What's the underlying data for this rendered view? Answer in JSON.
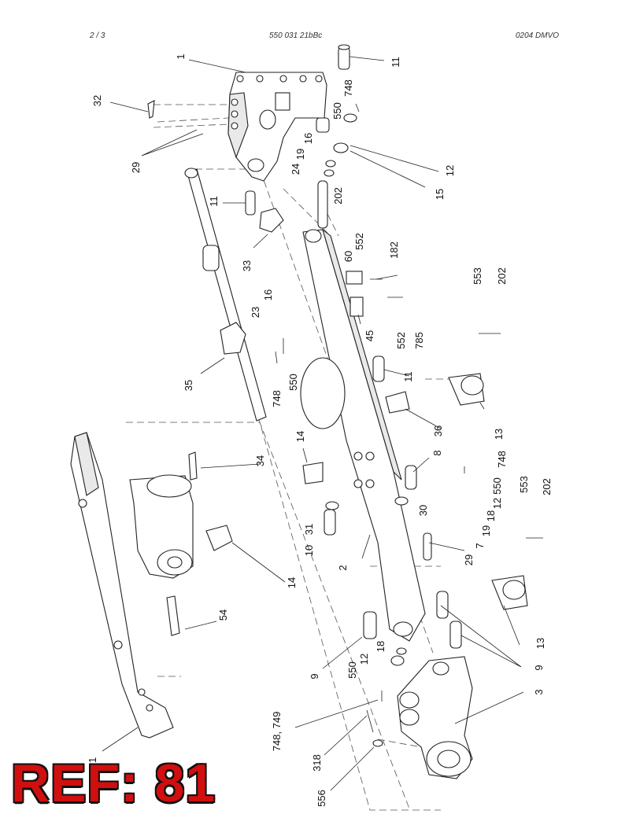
{
  "header": {
    "page": "2 /   3",
    "code": "550 031 21bBc",
    "version": "0204 DMVO"
  },
  "ref_badge": "REF: 81",
  "callouts": [
    {
      "text": "1"
    },
    {
      "text": "11"
    },
    {
      "text": "32"
    },
    {
      "text": "748"
    },
    {
      "text": "550"
    },
    {
      "text": "16"
    },
    {
      "text": "19"
    },
    {
      "text": "12"
    },
    {
      "text": "29"
    },
    {
      "text": "24"
    },
    {
      "text": "202"
    },
    {
      "text": "15"
    },
    {
      "text": "11"
    },
    {
      "text": "552"
    },
    {
      "text": "182"
    },
    {
      "text": "60"
    },
    {
      "text": "33"
    },
    {
      "text": "16"
    },
    {
      "text": "23"
    },
    {
      "text": "553"
    },
    {
      "text": "202"
    },
    {
      "text": "45"
    },
    {
      "text": "552"
    },
    {
      "text": "785"
    },
    {
      "text": "550"
    },
    {
      "text": "748"
    },
    {
      "text": "35"
    },
    {
      "text": "11"
    },
    {
      "text": "13"
    },
    {
      "text": "36"
    },
    {
      "text": "14"
    },
    {
      "text": "34"
    },
    {
      "text": "8"
    },
    {
      "text": "748"
    },
    {
      "text": "550"
    },
    {
      "text": "12"
    },
    {
      "text": "553"
    },
    {
      "text": "202"
    },
    {
      "text": "30"
    },
    {
      "text": "18"
    },
    {
      "text": "19"
    },
    {
      "text": "7"
    },
    {
      "text": "31"
    },
    {
      "text": "10"
    },
    {
      "text": "2"
    },
    {
      "text": "29"
    },
    {
      "text": "14"
    },
    {
      "text": "54"
    },
    {
      "text": "13"
    },
    {
      "text": "18"
    },
    {
      "text": "12"
    },
    {
      "text": "550"
    },
    {
      "text": "9"
    },
    {
      "text": "9"
    },
    {
      "text": "3"
    },
    {
      "text": "748, 749"
    },
    {
      "text": "318"
    },
    {
      "text": "556"
    },
    {
      "text": "81"
    }
  ]
}
